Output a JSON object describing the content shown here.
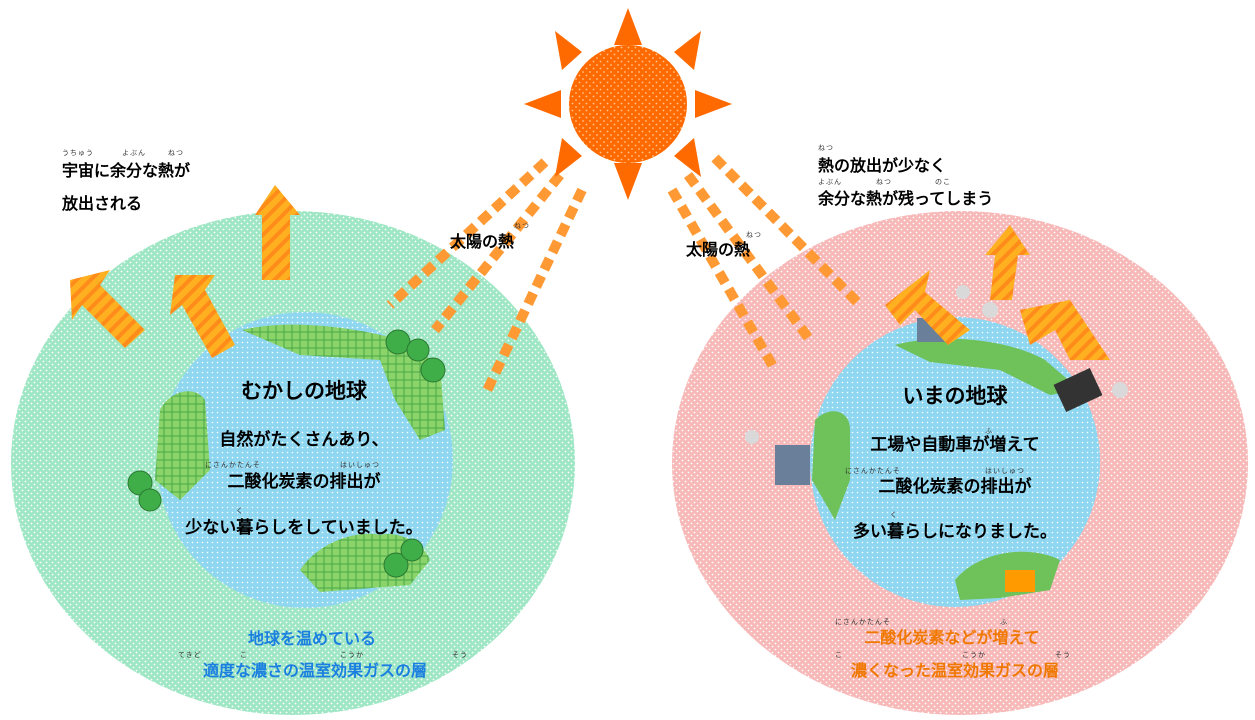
{
  "diagram": {
    "left": {
      "escape_label": [
        "宇宙に余分な熱が",
        "放出される"
      ],
      "escape_ruby": [
        "うちゅう",
        "よぶん",
        "ねつ"
      ],
      "title": "むかしの地球",
      "body": [
        "自然がたくさんあり、",
        "二酸化炭素の排出が",
        "少ない暮らしをしていました。"
      ],
      "body_ruby": [
        "にさんかたんそ",
        "はいしゅつ",
        "く"
      ],
      "layer_label": [
        "地球を温めている",
        "適度な濃さの温室効果ガスの層"
      ],
      "layer_ruby": [
        "てきど",
        "こ",
        "こうか",
        "そう"
      ]
    },
    "right": {
      "trapped_label": [
        "熱の放出が少なく",
        "余分な熱が残ってしまう"
      ],
      "trapped_ruby": [
        "ねつ",
        "よぶん",
        "ねつ",
        "のこ"
      ],
      "title": "いまの地球",
      "body": [
        "工場や自動車が増えて",
        "二酸化炭素の排出が",
        "多い暮らしになりました。"
      ],
      "body_ruby": [
        "ふ",
        "にさんかたんそ",
        "はいしゅつ",
        "く"
      ],
      "layer_label": [
        "二酸化炭素などが増えて",
        "濃くなった温室効果ガスの層"
      ],
      "layer_ruby": [
        "にさんかたんそ",
        "ふ",
        "こ",
        "こうか",
        "そう"
      ]
    },
    "sun_heat_label": "太陽の熱",
    "sun_heat_ruby": "ねつ",
    "colors": {
      "sun": "#ff6a00",
      "left_layer": "#9ee6c4",
      "right_layer": "#f7b8b8",
      "earth": "#8fd6f0",
      "land": "#7ccf6a",
      "heat_arrow": "#ffa31a",
      "sunray": "#ff9933",
      "left_caption": "#1a7fe0",
      "right_caption": "#f07800"
    },
    "icons": [
      "sun-icon",
      "heat-arrow-icon",
      "tree-icon",
      "factory-icon",
      "car-icon",
      "smoke-icon"
    ]
  }
}
